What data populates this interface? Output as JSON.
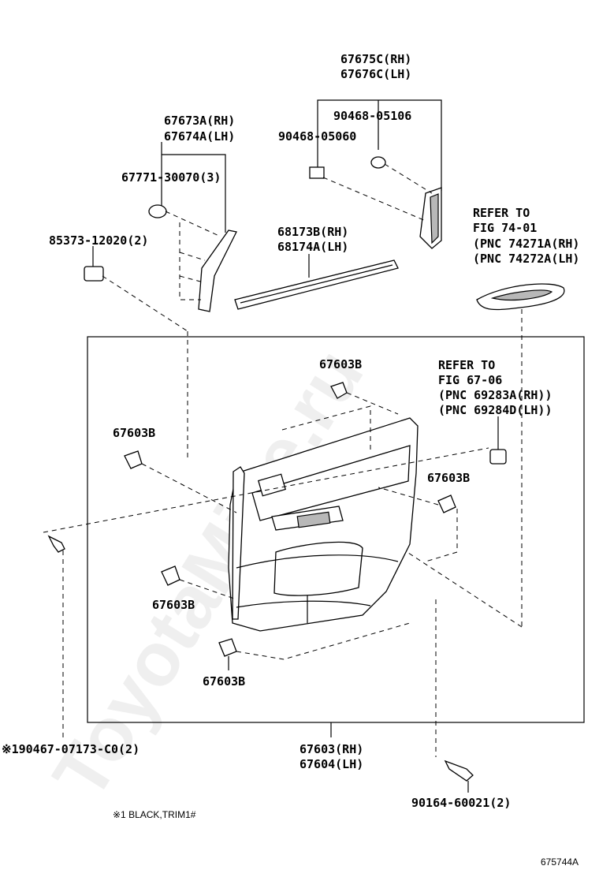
{
  "diagram_code": "675744A",
  "footnote": "※1 BLACK,TRIM1#",
  "watermark": "ToyotaMine.ru",
  "labels": {
    "p67675c": "67675C(RH)",
    "p67676c": "67676C(LH)",
    "p90468_05106": "90468-05106",
    "p90468_05060": "90468-05060",
    "p67673a": "67673A(RH)",
    "p67674a": "67674A(LH)",
    "p67771": "67771-30070(3)",
    "p85373": "85373-12020(2)",
    "p68173b": "68173B(RH)",
    "p68174a": "68174A(LH)",
    "ref1_l1": "REFER TO",
    "ref1_l2": "FIG 74-01",
    "ref1_l3": "(PNC 74271A(RH)",
    "ref1_l4": "(PNC 74272A(LH)",
    "ref2_l1": "REFER TO",
    "ref2_l2": "FIG 67-06",
    "ref2_l3": "(PNC 69283A(RH))",
    "ref2_l4": "(PNC 69284D(LH))",
    "clip_top": "67603B",
    "clip_left": "67603B",
    "clip_right": "67603B",
    "clip_lower_left": "67603B",
    "clip_bottom": "67603B",
    "p90467": "※190467-07173-C0(2)",
    "p67603": "67603(RH)",
    "p67604": "67604(LH)",
    "p90164": "90164-60021(2)"
  }
}
